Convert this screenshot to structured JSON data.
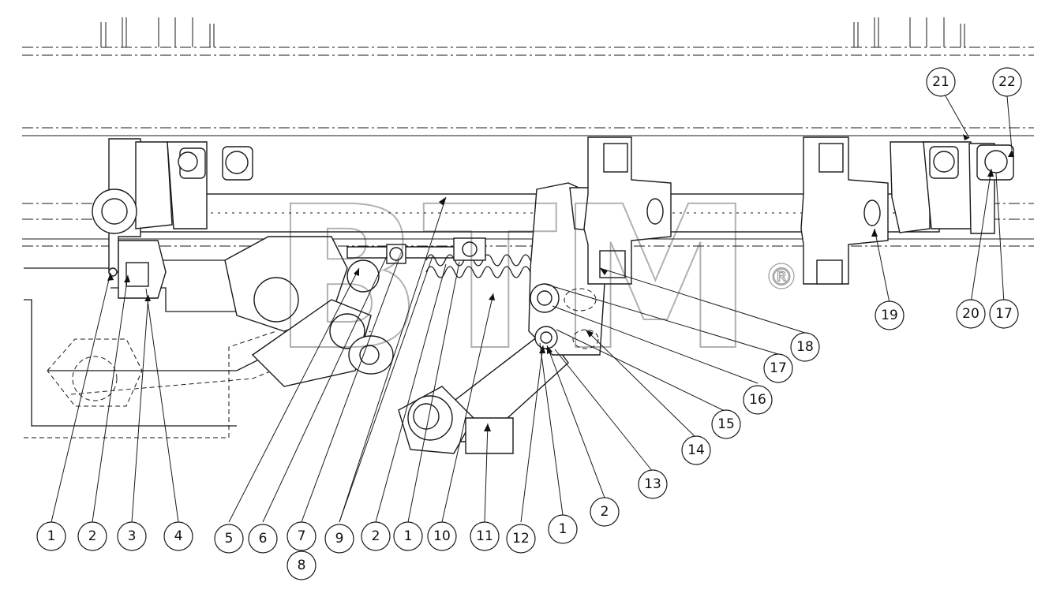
{
  "watermark": {
    "text": "BTM",
    "mark": "®"
  },
  "callouts": [
    {
      "id": "c1a",
      "label": "1"
    },
    {
      "id": "c2a",
      "label": "2"
    },
    {
      "id": "c3",
      "label": "3"
    },
    {
      "id": "c4",
      "label": "4"
    },
    {
      "id": "c5",
      "label": "5"
    },
    {
      "id": "c6",
      "label": "6"
    },
    {
      "id": "c7",
      "label": "7"
    },
    {
      "id": "c8",
      "label": "8"
    },
    {
      "id": "c9",
      "label": "9"
    },
    {
      "id": "c2b",
      "label": "2"
    },
    {
      "id": "c1b",
      "label": "1"
    },
    {
      "id": "c10",
      "label": "10"
    },
    {
      "id": "c11",
      "label": "11"
    },
    {
      "id": "c12",
      "label": "12"
    },
    {
      "id": "c1c",
      "label": "1"
    },
    {
      "id": "c2c",
      "label": "2"
    },
    {
      "id": "c13",
      "label": "13"
    },
    {
      "id": "c14",
      "label": "14"
    },
    {
      "id": "c15",
      "label": "15"
    },
    {
      "id": "c16",
      "label": "16"
    },
    {
      "id": "c17a",
      "label": "17"
    },
    {
      "id": "c18",
      "label": "18"
    },
    {
      "id": "c19",
      "label": "19"
    },
    {
      "id": "c20",
      "label": "20"
    },
    {
      "id": "c17b",
      "label": "17"
    },
    {
      "id": "c21",
      "label": "21"
    },
    {
      "id": "c22",
      "label": "22"
    }
  ]
}
